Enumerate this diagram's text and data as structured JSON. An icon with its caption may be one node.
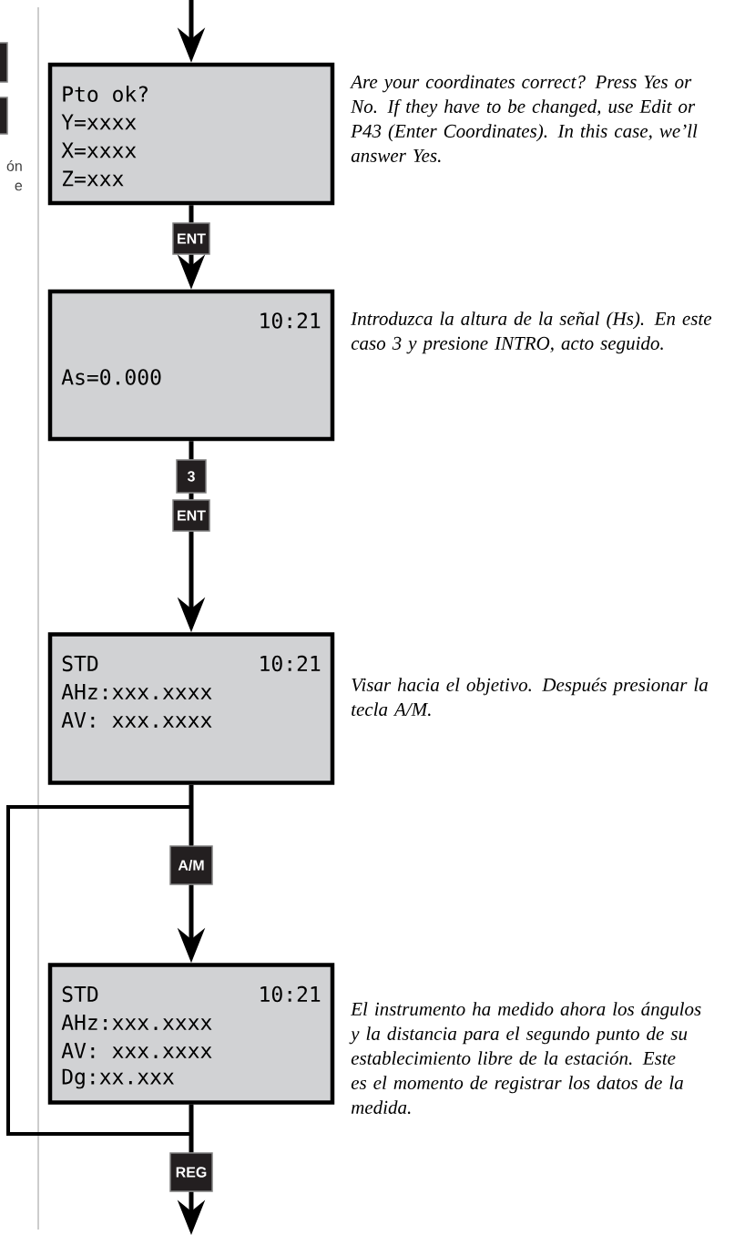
{
  "diagram": {
    "nodes": [
      {
        "text": [
          "Pto ok?",
          "Y=xxxx",
          "X=xxxx",
          "Z=xxx"
        ],
        "beside": [
          "Are your coordinates correct? Press Yes or No. If they have to be changed, use Edit or P43 (Enter Coordinates). In this case, we’ll answer Yes."
        ]
      },
      {
        "text": [
          "ENT"
        ]
      },
      {
        "text": [
          "10:21",
          "As=0.000"
        ],
        "beside": [
          "Introduzca la altura de la señal (Hs). En este caso 3 y presione INTRO, acto seguido."
        ]
      },
      {
        "text": [
          "3"
        ]
      },
      {
        "text": [
          "ENT"
        ]
      },
      {
        "text": [
          "STD",
          "10:21",
          "AHz:xxx.xxxx",
          "AV: xxx.xxxx"
        ],
        "beside": [
          "Visar hacia el objetivo. Después presionar la tecla A/M."
        ]
      },
      {
        "text": [
          "A/M"
        ]
      },
      {
        "text": [
          "STD",
          "10:21",
          "AHz:xxx.xxxx",
          "AV: xxx.xxxx",
          "Dg:xx.xxx"
        ],
        "beside": [
          "El instrumento ha medido ahora los ángulos y la distancia para el segundo punto de su establecimiento libre de la estación. Este es el momento de registrar los datos de la medida."
        ]
      },
      {
        "text": [
          "REG"
        ]
      }
    ],
    "edges": [
      {
        "from": null,
        "to": 0,
        "arrow": "to"
      },
      {
        "from": 0,
        "to": 1,
        "arrow": "none"
      },
      {
        "from": 1,
        "to": 2,
        "arrow": "to"
      },
      {
        "from": 2,
        "to": 3,
        "arrow": "none"
      },
      {
        "from": 3,
        "to": 4,
        "arrow": "none"
      },
      {
        "from": 4,
        "to": 5,
        "arrow": "to"
      },
      {
        "from": 5,
        "to": 6,
        "arrow": "none"
      },
      {
        "from": 6,
        "to": 7,
        "arrow": "to"
      },
      {
        "from": 7,
        "to": 8,
        "arrow": "none"
      },
      {
        "from": 8,
        "to": null,
        "arrow": "to"
      },
      {
        "from": 7,
        "to": 6,
        "arrow": "none"
      }
    ],
    "labels": [
      "ón",
      "e"
    ]
  }
}
